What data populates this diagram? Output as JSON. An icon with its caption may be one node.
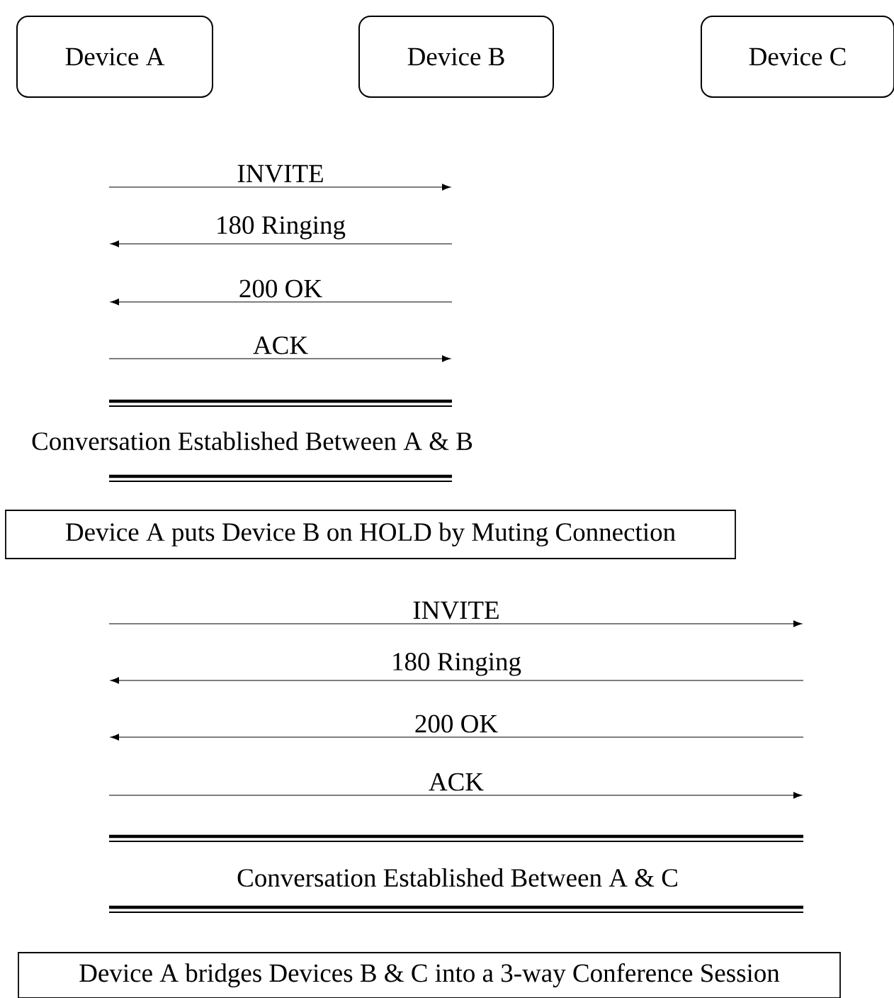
{
  "diagram": {
    "nodes": [
      {
        "text": [
          "Device A"
        ]
      },
      {
        "text": [
          "Device B"
        ]
      },
      {
        "text": [
          "Device C"
        ]
      },
      {
        "text": [
          "Device A puts Device B on HOLD by Muting Connection"
        ]
      },
      {
        "text": [
          "Device A bridges Devices B & C into a 3-way Conference Session"
        ]
      }
    ],
    "labels": [
      "INVITE",
      "180 Ringing",
      "200 OK",
      "ACK",
      "Conversation Established Between A & B",
      "INVITE",
      "180 Ringing",
      "200 OK",
      "ACK",
      "Conversation Established Between A & C"
    ]
  }
}
